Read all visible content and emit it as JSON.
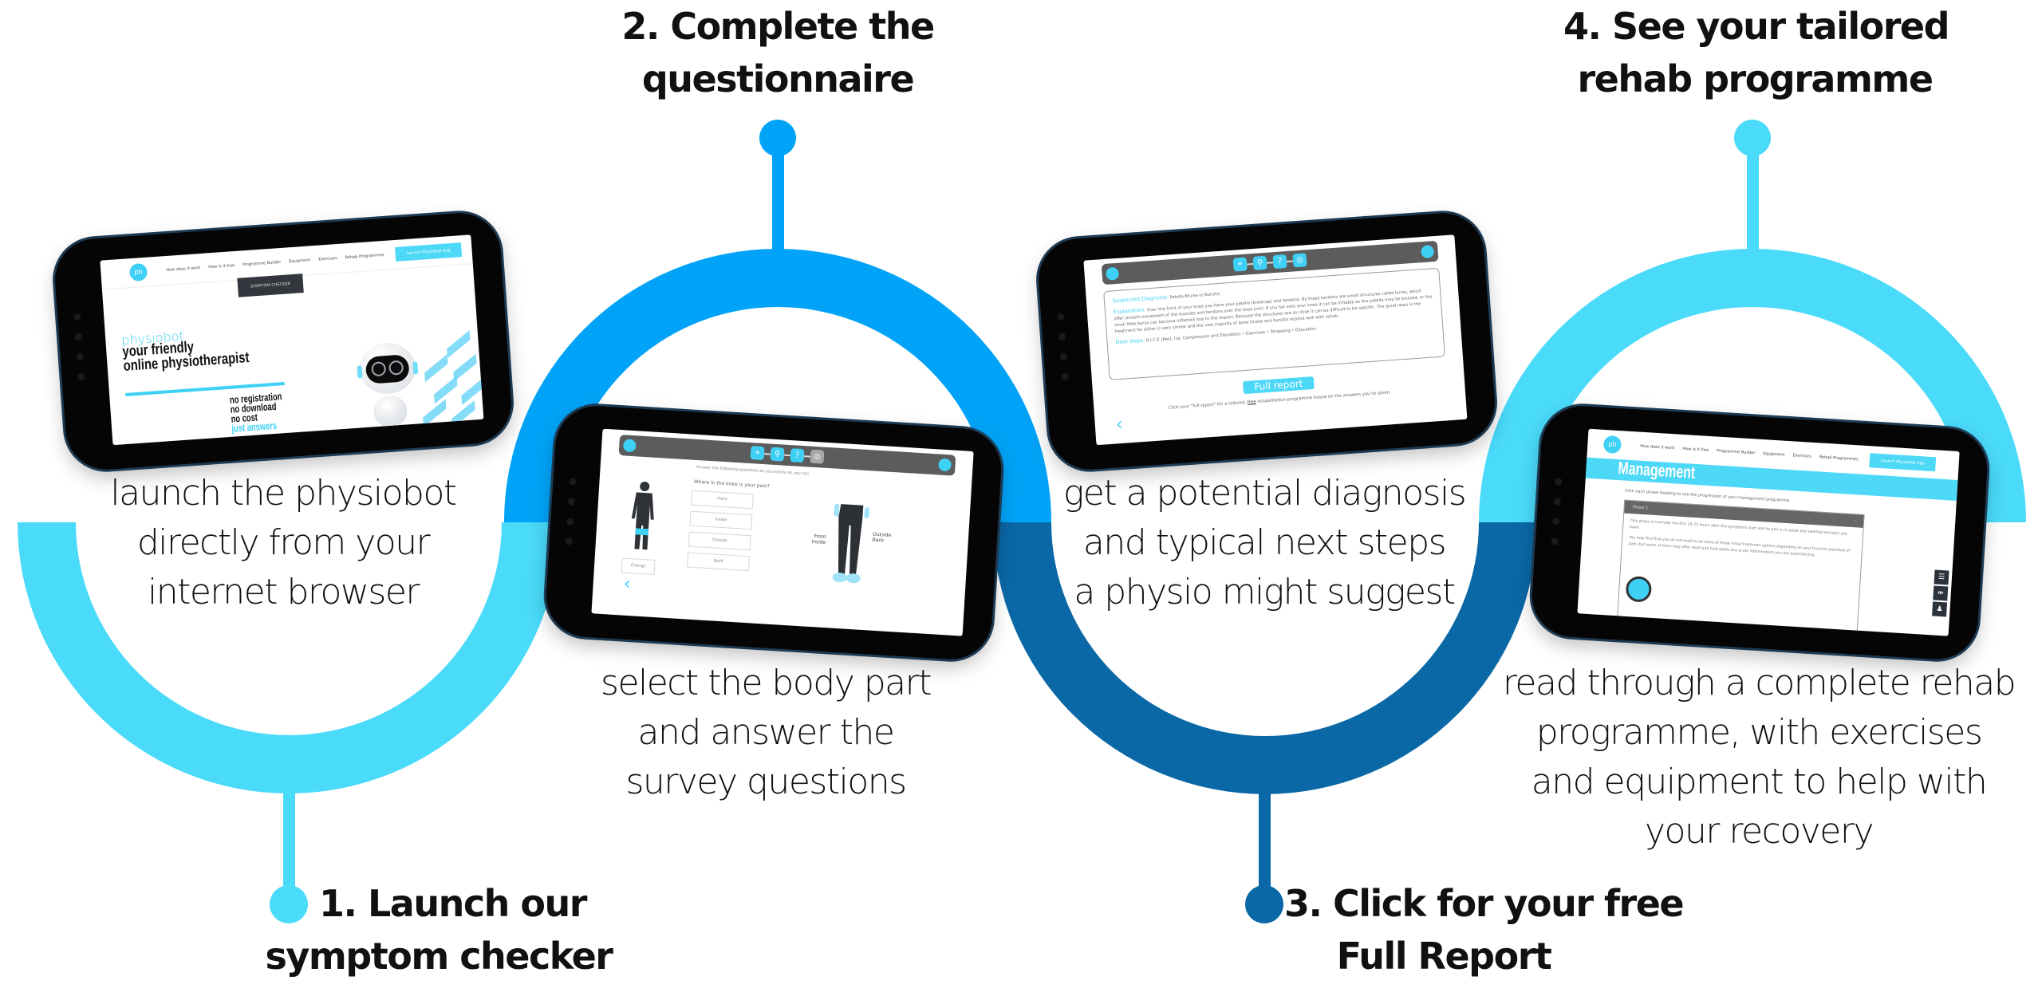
{
  "colors": {
    "light_cyan": "#4ADAFA",
    "medium_blue": "#00A3F7",
    "dark_blue": "#0A68A6",
    "text": "#111111"
  },
  "steps": [
    {
      "title_lines": [
        "1. Launch our",
        "symptom checker"
      ],
      "description_lines": [
        "launch the physiobot",
        "directly from your",
        "internet browser"
      ],
      "color": "light_cyan"
    },
    {
      "title_lines": [
        "2. Complete the",
        "questionnaire"
      ],
      "description_lines": [
        "select the body part",
        "and answer the",
        "survey questions"
      ],
      "color": "medium_blue"
    },
    {
      "title_lines": [
        "3. Click for your free",
        "Full Report"
      ],
      "description_lines": [
        "get a potential diagnosis",
        "and typical next steps",
        "a physio might suggest"
      ],
      "color": "dark_blue"
    },
    {
      "title_lines": [
        "4. See your tailored",
        "rehab programme"
      ],
      "description_lines": [
        "read through a complete rehab",
        "programme, with exercises",
        "and equipment to help with",
        "your recovery"
      ],
      "color": "light_cyan"
    }
  ],
  "phone1": {
    "logo": "pb",
    "nav_items": [
      "How does it work",
      "How is it free",
      "Programme Builder",
      "Equipment",
      "Exercises",
      "Rehab Programmes"
    ],
    "nav_cta": "Launch Physiobot App",
    "symptom_button": "SYMPTOM CHECKER",
    "brand": "physiobot",
    "hero_lines": [
      "your friendly",
      "online physiotherapist"
    ],
    "taglines": [
      "no registration",
      "no download",
      "no cost"
    ],
    "tagline_highlight": "just answers"
  },
  "phone2": {
    "hint": "Answer the following questions as accurately as you can",
    "question": "Where in the knee is your pain?",
    "options": [
      "Front",
      "Inside",
      "Outside",
      "Back"
    ],
    "change_button": "Change",
    "leg_labels_left": [
      "Front",
      "Inside"
    ],
    "leg_labels_right": [
      "Outside",
      "Back"
    ],
    "step_icons": [
      "body-map-icon",
      "search-icon",
      "question-icon",
      "report-icon"
    ]
  },
  "phone3": {
    "diagnosis_label": "Suspected Diagnosis:",
    "diagnosis_value": "Patella Bruise or Bursitis",
    "explanation_label": "Explanation:",
    "explanation_text": "Over the front of your knee you have your patella (kneecap) and tendons. By these tendons are small structures called bursa, which offer smooth movement of the muscles and tendons over the knee joint. If you fall onto your knee it can be irritable as the patella may be bruised, or the small little bursa can become inflamed due to the impact. Because the structures are so close it can be difficult to be specific. The good news is the treatment for either is very similar and the vast majority of bone bruise and bursitis resolve well with rehab.",
    "next_steps_label": "Next steps:",
    "next_steps_text": "R.I.C.E (Rest, Ice, Compression and Elevation) • Exercises • Strapping • Education",
    "full_report_button": "Full report",
    "note_before": "Click your \"full report\" for a tailored,",
    "note_free": "free",
    "note_after": "rehabilitation programme based on the answers you've given."
  },
  "phone4": {
    "logo": "pb",
    "nav_items": [
      "How does it work",
      "How is it free",
      "Programme Builder",
      "Equipment",
      "Exercises",
      "Rehab Programmes"
    ],
    "nav_cta": "Launch Physiobot App",
    "page_title": "Management",
    "intro": "Click each phase heading to see the progression of your management programme.",
    "phase_title": "Phase 1",
    "phase_collapse": "–",
    "phase_paragraphs": [
      "This phase is normally the first 24-72 hours after the symptoms start and its aim is to settle any swelling and pain you have.",
      "You may find that you do not need to do some of these initial treatment options depending on your function and level of pain, but some of them may offer relief and help settle any acute inflammation you are experiencing."
    ],
    "side_tools": [
      "list-icon",
      "dumbbell-icon",
      "person-icon"
    ]
  }
}
